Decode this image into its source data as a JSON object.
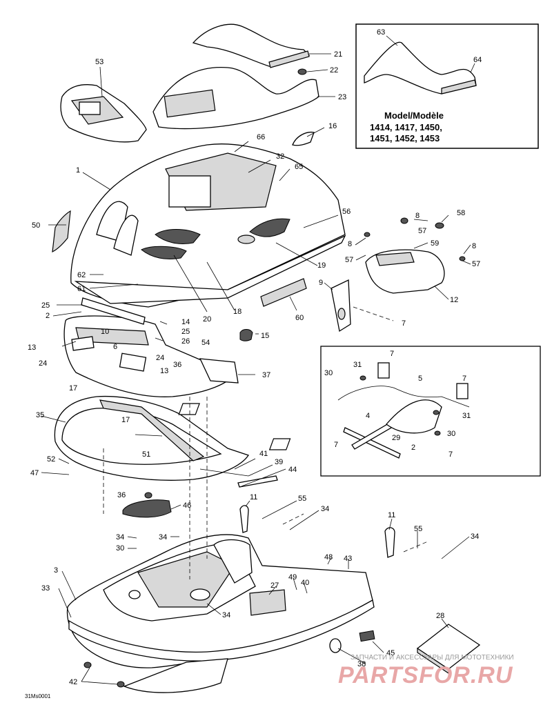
{
  "figure_code": "31Ms0001",
  "detail_box": {
    "title_line1": "Model/Modèle",
    "title_line2": "1414, 1417, 1450,",
    "title_line3": "1451, 1452, 1453"
  },
  "watermark": {
    "caption": "ЗАПЧАСТИ И АКСЕССУАРЫ ДЛЯ МОТОТЕХНИКИ",
    "logo": "PARTSFOR.RU"
  },
  "callouts": {
    "c1": "1",
    "c2": "2",
    "c3": "3",
    "c4": "4",
    "c5": "5",
    "c6": "6",
    "c7": "7",
    "c8": "8",
    "c9": "9",
    "c10": "10",
    "c11": "11",
    "c12": "12",
    "c13": "13",
    "c14": "14",
    "c15": "15",
    "c16": "16",
    "c17": "17",
    "c18": "18",
    "c19": "19",
    "c20": "20",
    "c21": "21",
    "c22": "22",
    "c23": "23",
    "c24": "24",
    "c25": "25",
    "c26": "26",
    "c27": "27",
    "c28": "28",
    "c29": "29",
    "c30": "30",
    "c31": "31",
    "c32": "32",
    "c33": "33",
    "c34": "34",
    "c35": "35",
    "c36": "36",
    "c37": "37",
    "c38": "38",
    "c39": "39",
    "c40": "40",
    "c41": "41",
    "c42": "42",
    "c43": "43",
    "c44": "44",
    "c45": "45",
    "c46": "46",
    "c47": "47",
    "c48": "48",
    "c49": "49",
    "c50": "50",
    "c51": "51",
    "c52": "52",
    "c53": "53",
    "c54": "54",
    "c55": "55",
    "c56": "56",
    "c57": "57",
    "c58": "58",
    "c59": "59",
    "c60": "60",
    "c61": "61",
    "c62": "62",
    "c63": "63",
    "c64": "64",
    "c65": "65",
    "c66": "66"
  }
}
